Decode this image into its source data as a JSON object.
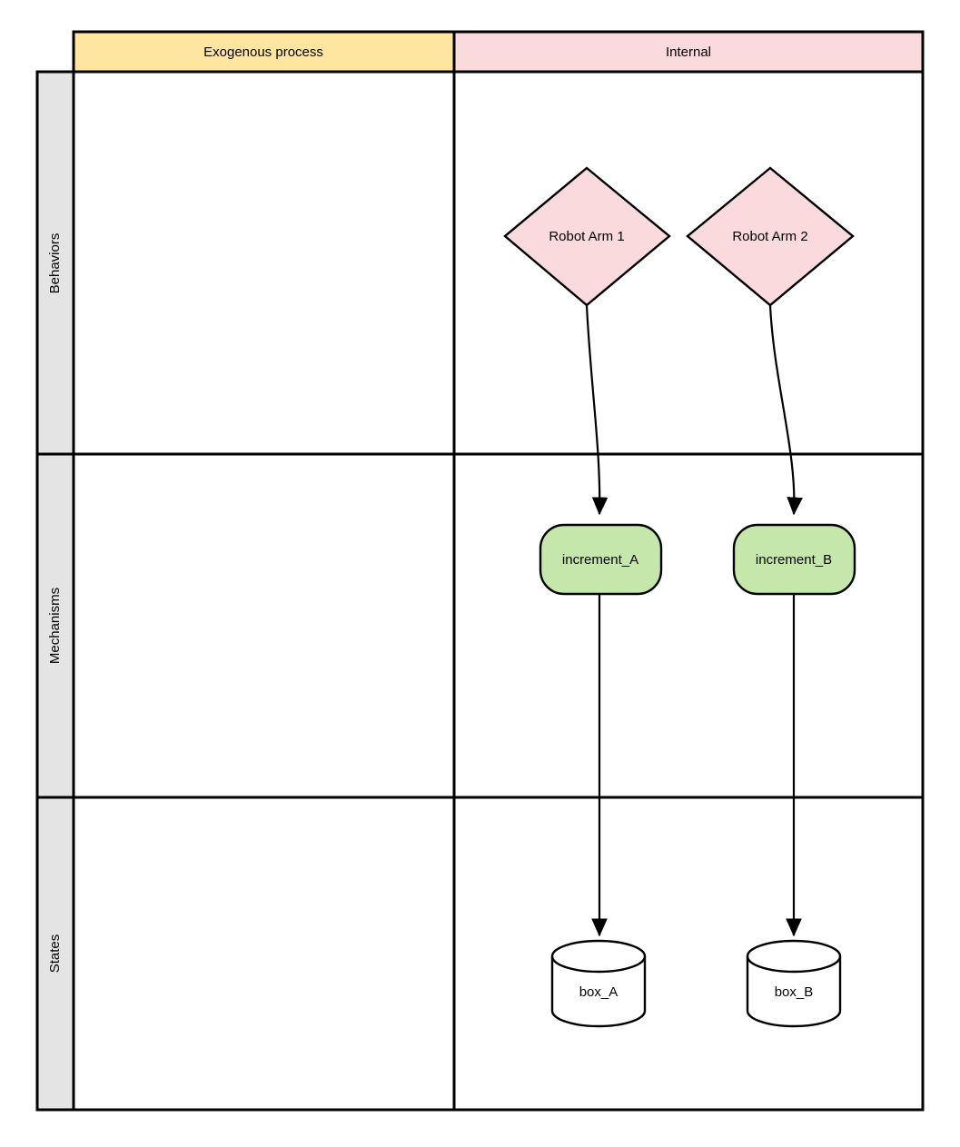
{
  "diagram": {
    "type": "swimlane-flow",
    "title": "",
    "columns": [
      {
        "id": "exogenous",
        "label": "Exogenous process",
        "color": "#ffe6a0"
      },
      {
        "id": "internal",
        "label": "Internal",
        "color": "#fadadd"
      }
    ],
    "rows": [
      {
        "id": "behaviors",
        "label": "Behaviors",
        "color": "#e4e4e4"
      },
      {
        "id": "mechanisms",
        "label": "Mechanisms",
        "color": "#e4e4e4"
      },
      {
        "id": "states",
        "label": "States",
        "color": "#e4e4e4"
      }
    ],
    "nodes": [
      {
        "id": "robot_arm_1",
        "label": "Robot Arm 1",
        "shape": "diamond",
        "row": "behaviors",
        "column": "internal",
        "fill": "#fadadd",
        "stroke": "#000000"
      },
      {
        "id": "robot_arm_2",
        "label": "Robot Arm 2",
        "shape": "diamond",
        "row": "behaviors",
        "column": "internal",
        "fill": "#fadadd",
        "stroke": "#000000"
      },
      {
        "id": "increment_a",
        "label": "increment_A",
        "shape": "rounded-rectangle",
        "row": "mechanisms",
        "column": "internal",
        "fill": "#c5e7ab",
        "stroke": "#000000"
      },
      {
        "id": "increment_b",
        "label": "increment_B",
        "shape": "rounded-rectangle",
        "row": "mechanisms",
        "column": "internal",
        "fill": "#c5e7ab",
        "stroke": "#000000"
      },
      {
        "id": "box_a",
        "label": "box_A",
        "shape": "cylinder",
        "row": "states",
        "column": "internal",
        "fill": "#ffffff",
        "stroke": "#000000"
      },
      {
        "id": "box_b",
        "label": "box_B",
        "shape": "cylinder",
        "row": "states",
        "column": "internal",
        "fill": "#ffffff",
        "stroke": "#000000"
      }
    ],
    "edges": [
      {
        "id": "e1",
        "from": "robot_arm_1",
        "to": "increment_a",
        "arrow": "open-arrow"
      },
      {
        "id": "e2",
        "from": "robot_arm_2",
        "to": "increment_b",
        "arrow": "open-arrow"
      },
      {
        "id": "e3",
        "from": "increment_a",
        "to": "box_a",
        "arrow": "open-arrow"
      },
      {
        "id": "e4",
        "from": "increment_b",
        "to": "box_b",
        "arrow": "open-arrow"
      }
    ],
    "colors": {
      "exogenous_header": "#ffe6a0",
      "internal_header": "#fadadd",
      "row_header": "#e4e4e4",
      "diamond_fill": "#fadadd",
      "mechanism_fill": "#c5e7ab",
      "state_fill": "#ffffff",
      "line": "#000000",
      "background": "#ffffff"
    }
  }
}
